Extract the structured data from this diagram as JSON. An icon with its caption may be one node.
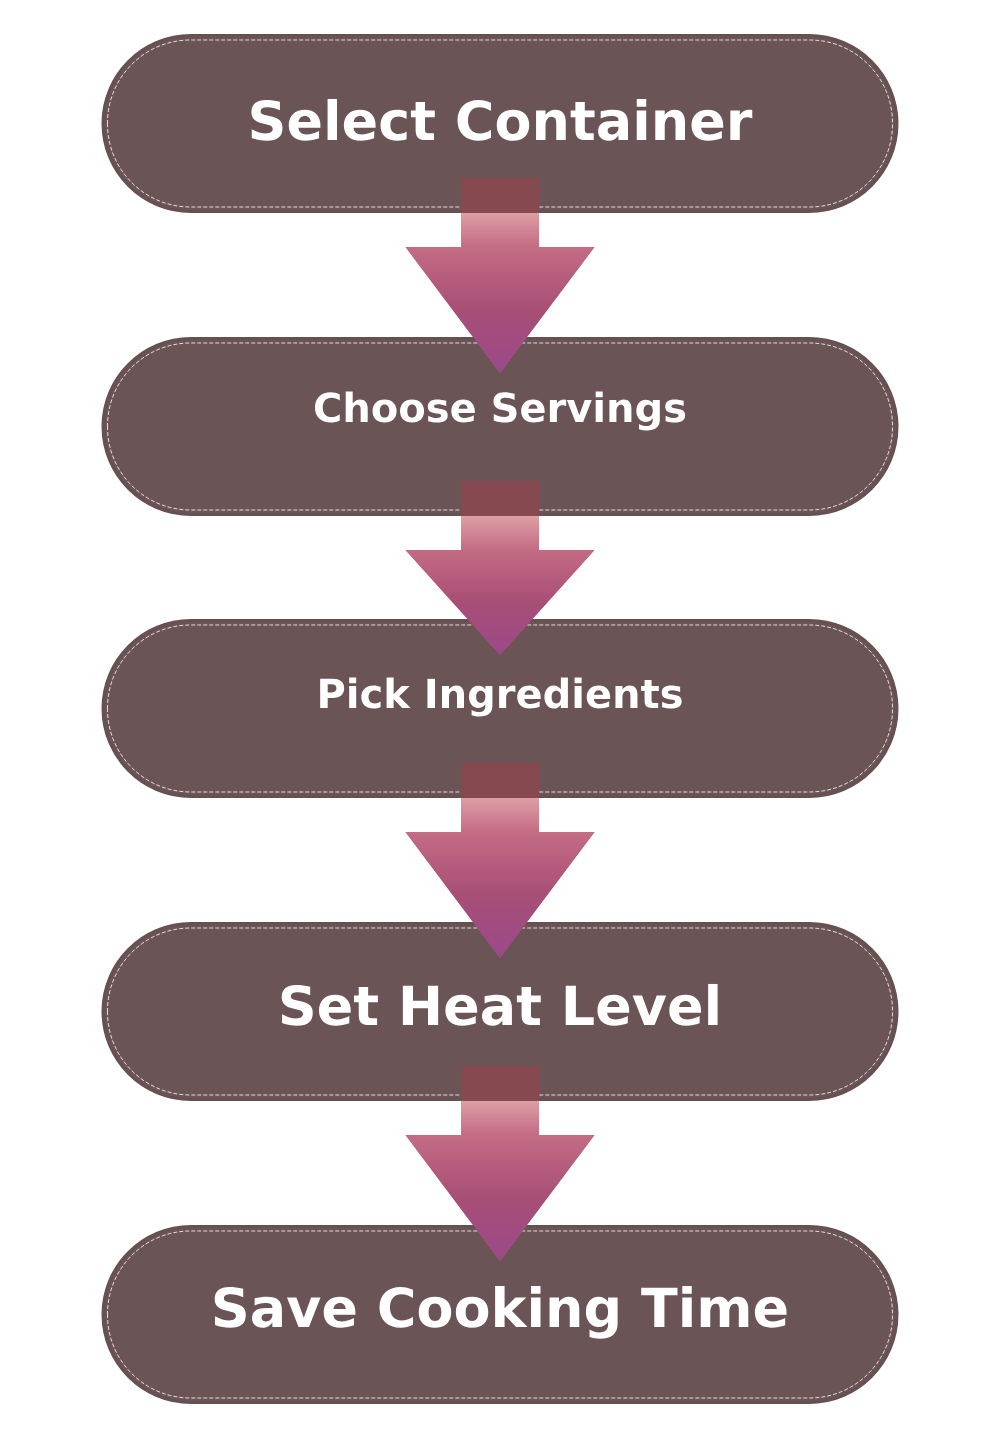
{
  "diagram": {
    "nodes": [
      {
        "text": [
          "Select Container"
        ]
      },
      {
        "text": [
          "Choose Servings"
        ]
      },
      {
        "text": [
          "Pick Ingredients"
        ]
      },
      {
        "text": [
          "Set Heat Level"
        ]
      },
      {
        "text": [
          "Save Cooking Time"
        ]
      }
    ],
    "edges": [
      {
        "from": 0,
        "to": 1,
        "arrow": "to"
      },
      {
        "from": 1,
        "to": 2,
        "arrow": "to"
      },
      {
        "from": 2,
        "to": 3,
        "arrow": "to"
      },
      {
        "from": 3,
        "to": 4,
        "arrow": "to"
      }
    ]
  }
}
